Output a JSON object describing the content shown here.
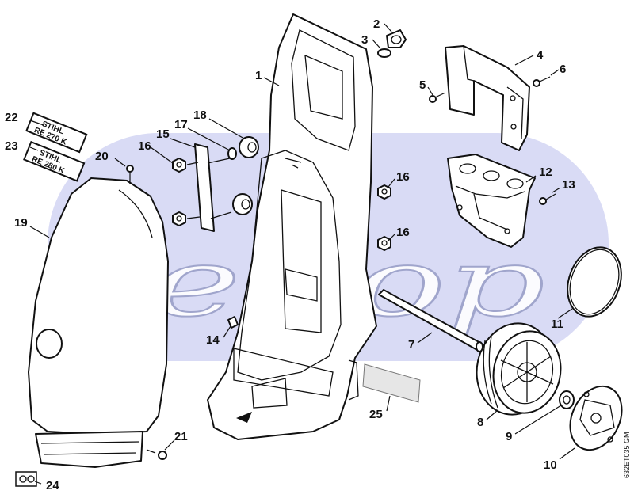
{
  "watermark": "seltop",
  "code": "632ET035 GM",
  "brand": "STIHL",
  "decals": [
    "RE 270 K",
    "RE 280 K"
  ],
  "colors": {
    "band": "#d9dbf5",
    "line": "#111111"
  },
  "parts": {
    "p1": "1",
    "p2": "2",
    "p3": "3",
    "p4": "4",
    "p5": "5",
    "p6": "6",
    "p7": "7",
    "p8": "8",
    "p9": "9",
    "p10": "10",
    "p11": "11",
    "p12": "12",
    "p13": "13",
    "p14": "14",
    "p15": "15",
    "p16a": "16",
    "p16b": "16",
    "p16c": "16",
    "p17": "17",
    "p18": "18",
    "p19": "19",
    "p20": "20",
    "p21": "21",
    "p22": "22",
    "p23": "23",
    "p24": "24",
    "p25": "25"
  }
}
